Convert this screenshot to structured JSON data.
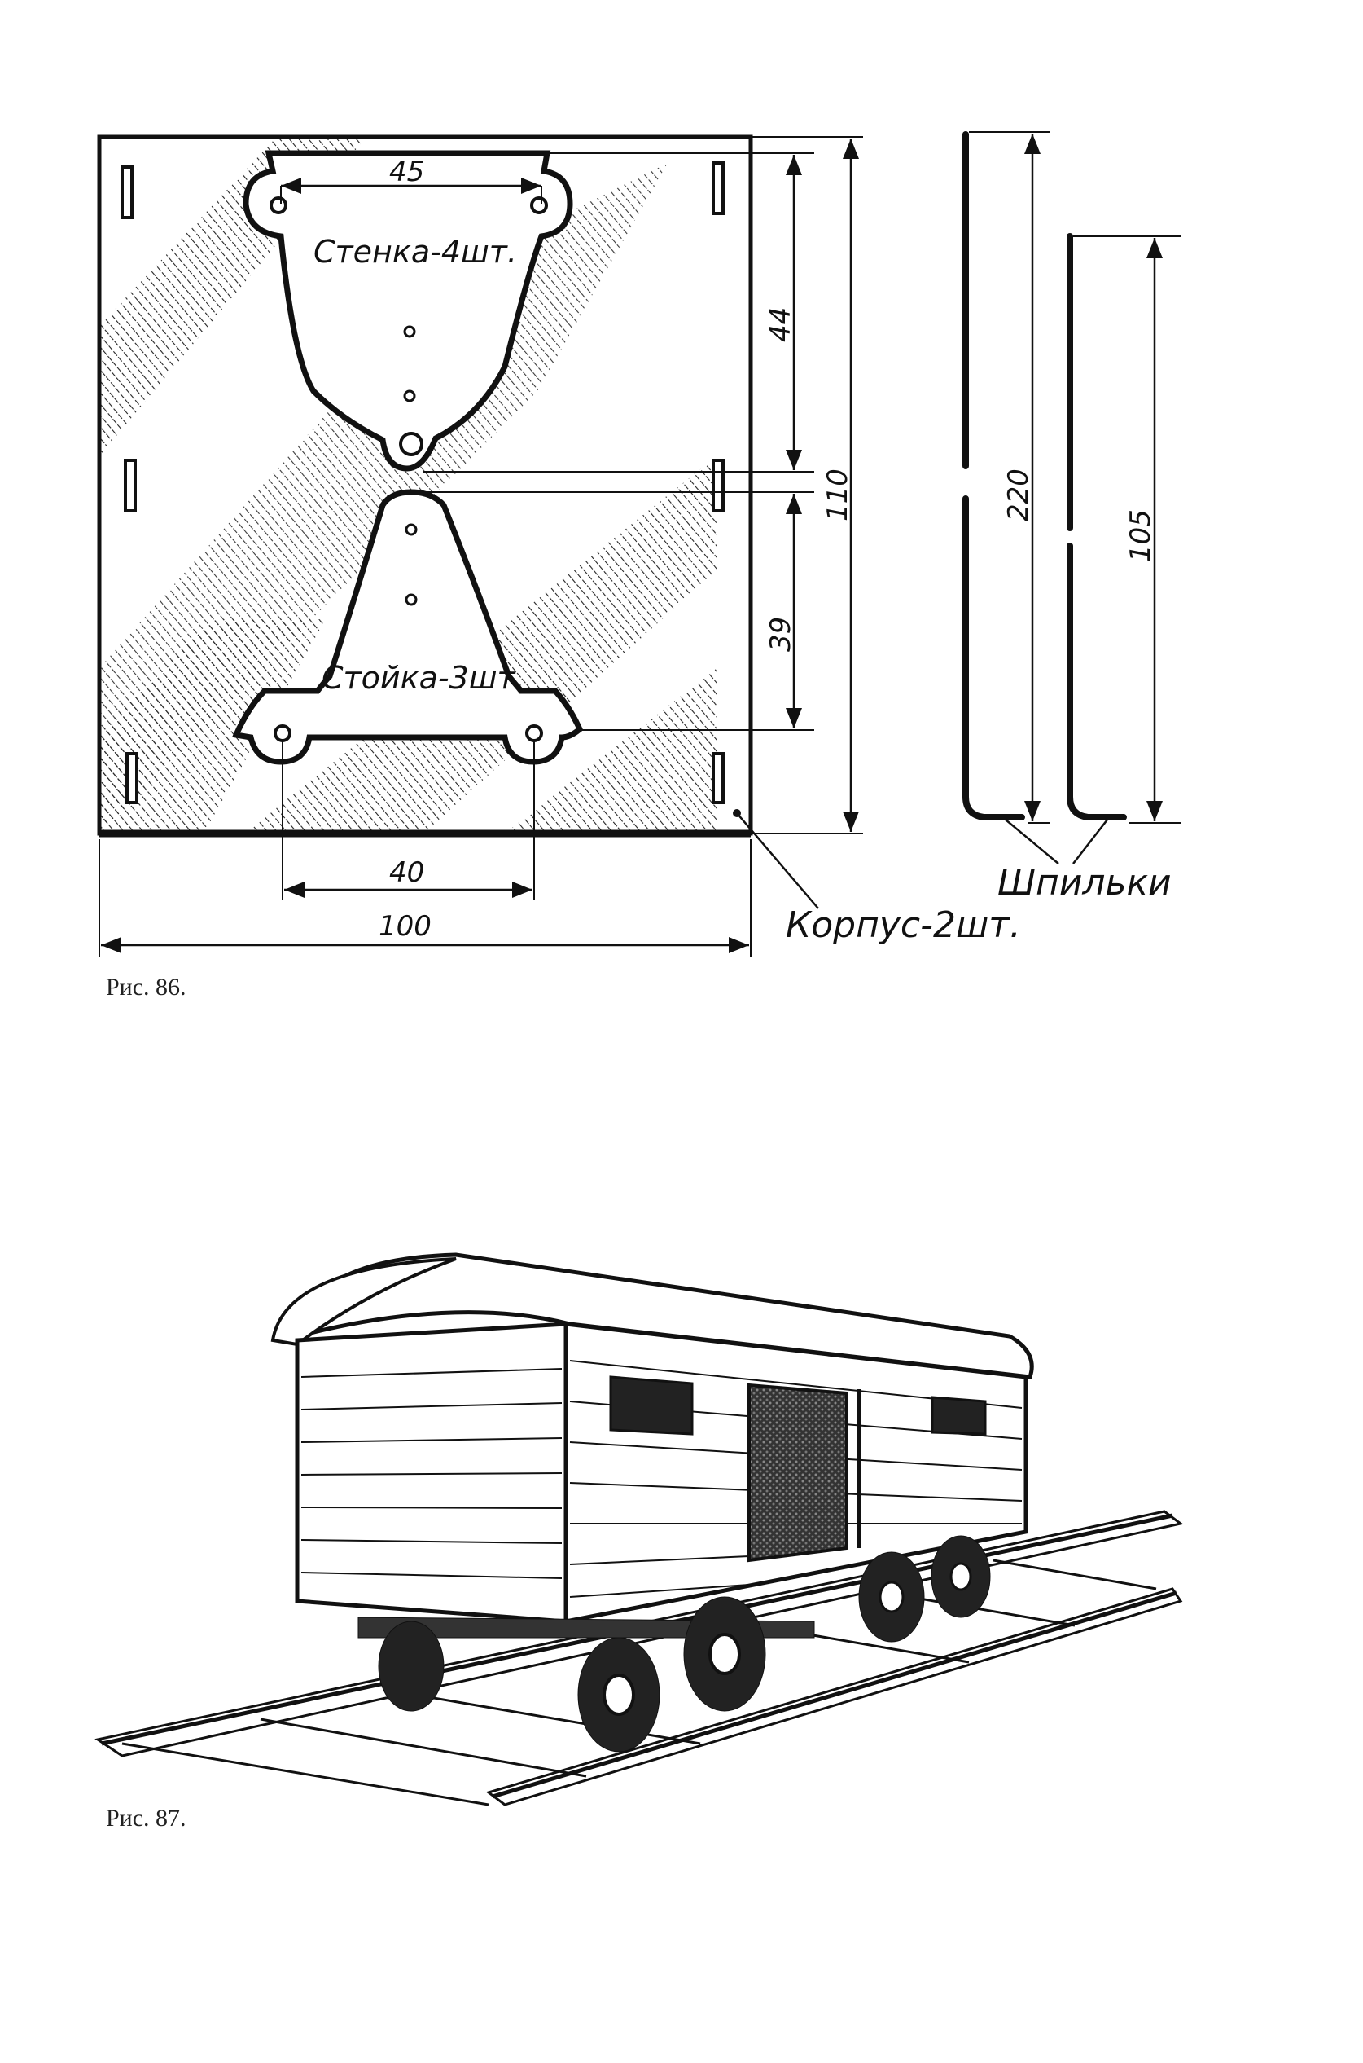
{
  "figure86": {
    "caption": "Рис. 86.",
    "labels": {
      "wall": "Стенка-4шт.",
      "stand": "Стойка-3шт.",
      "body": "Корпус-2шт.",
      "pins": "Шпильки"
    },
    "dimensions": {
      "wall_top_width": "45",
      "wall_height": "44",
      "total_height": "110",
      "stand_height": "39",
      "stand_base_width": "40",
      "total_width": "100",
      "pin_long": "220",
      "pin_short": "105"
    }
  },
  "figure87": {
    "caption": "Рис. 87."
  }
}
